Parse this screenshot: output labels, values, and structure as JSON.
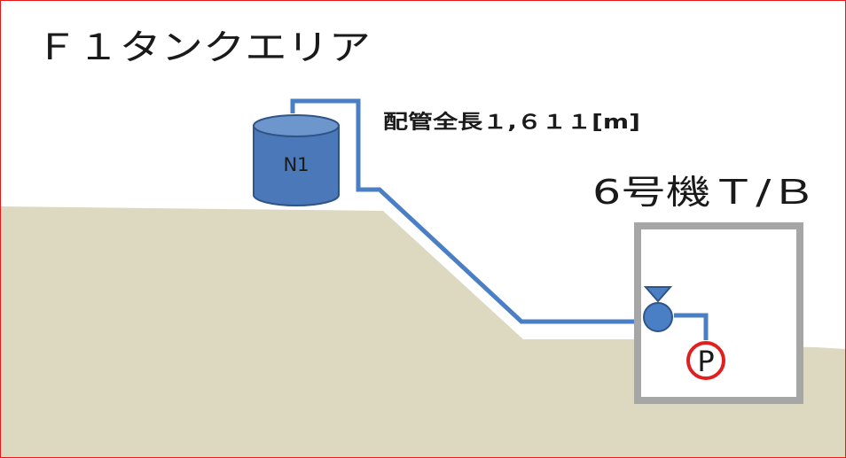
{
  "diagram": {
    "area_title": "Ｆ１タンクエリア",
    "tank_label": "N1",
    "pipe_length_label": "配管全長１,６１１[m]",
    "building_label": "6号機Ｔ/Ｂ",
    "pump_label": "P"
  },
  "colors": {
    "border": "#e81818",
    "ground": "#ddd8c0",
    "pipe": "#4a7fc6",
    "tank_fill": "#4a78b8",
    "tank_outline": "#2f5486",
    "building_outline": "#a6a6a6",
    "pump_marker": "#e02020"
  }
}
